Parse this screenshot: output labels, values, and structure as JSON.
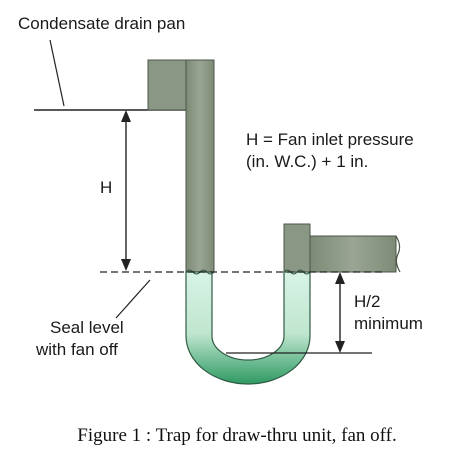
{
  "labels": {
    "drain_pan": "Condensate drain pan",
    "h_definition_line1": "H = Fan inlet pressure",
    "h_definition_line2": "(in. W.C.) + 1 in.",
    "h": "H",
    "h_half": "H/2",
    "minimum": "minimum",
    "seal_level_line1": "Seal level",
    "seal_level_line2": "with fan off"
  },
  "caption": "Figure 1 : Trap for draw-thru unit, fan off.",
  "colors": {
    "pipe": "#8a9784",
    "pipe_outline": "#4c5548",
    "water_light": "#d8f3e6",
    "water_dark": "#2e9a62",
    "line": "#222222"
  }
}
